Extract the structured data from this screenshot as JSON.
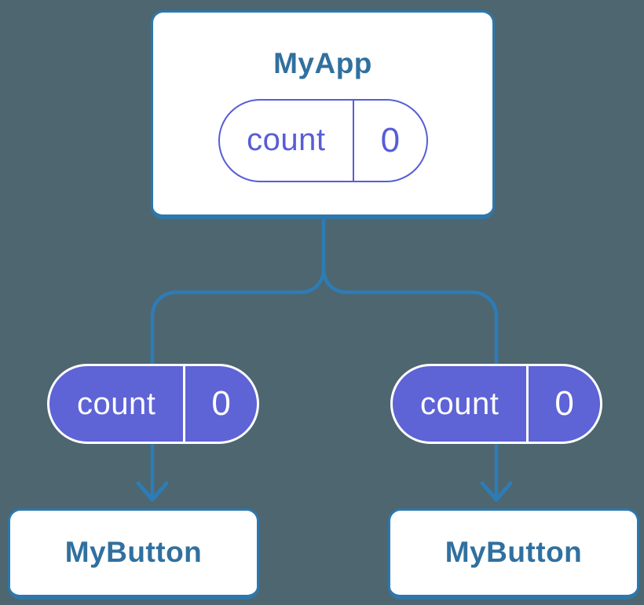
{
  "diagram": {
    "description": "React component tree showing state passed down as props",
    "root": {
      "title": "MyApp",
      "state": {
        "name": "count",
        "value": "0"
      }
    },
    "children": [
      {
        "title": "MyButton",
        "prop": {
          "name": "count",
          "value": "0"
        }
      },
      {
        "title": "MyButton",
        "prop": {
          "name": "count",
          "value": "0"
        }
      }
    ],
    "colors": {
      "background": "#4D6670",
      "connector": "#2E7CB6",
      "node_border": "#2D77AC",
      "node_fill": "#FFFFFF",
      "node_text": "#31709F",
      "state_fill": "#5E63D6",
      "state_outline": "#585DD6",
      "state_text_on_fill": "#FFFFFF"
    }
  }
}
